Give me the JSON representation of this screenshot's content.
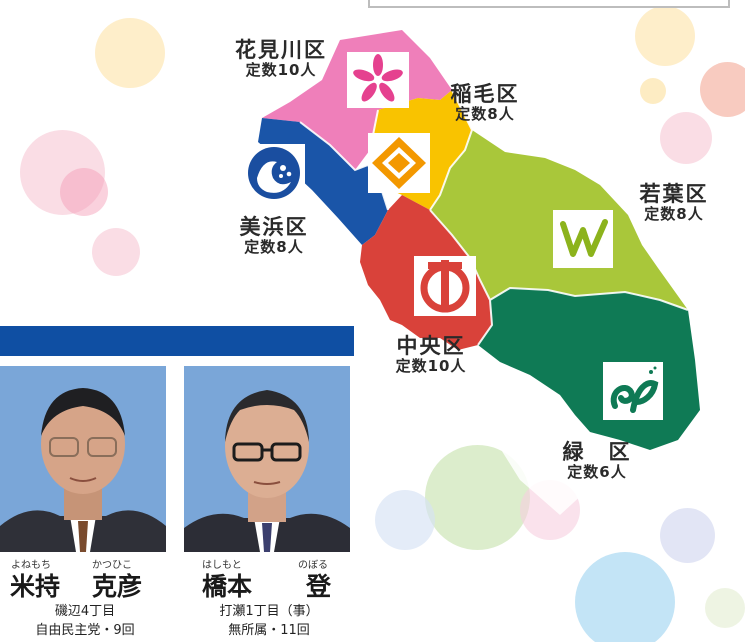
{
  "colors": {
    "hanamigawa": "#ef7fba",
    "inage": "#f9c300",
    "mihama": "#1a55a8",
    "wakaba": "#a9c73a",
    "chuo": "#d9423a",
    "midori": "#0f7a55",
    "section_bar": "#0f4fa3"
  },
  "wards": [
    {
      "name": "花見川区",
      "seats": "定数10人",
      "emblem": "flower-emblem-icon"
    },
    {
      "name": "稲毛区",
      "seats": "定数8人",
      "emblem": "diamond-emblem-icon"
    },
    {
      "name": "美浜区",
      "seats": "定数8人",
      "emblem": "wave-emblem-icon"
    },
    {
      "name": "若葉区",
      "seats": "定数8人",
      "emblem": "leaf-emblem-icon"
    },
    {
      "name": "中央区",
      "seats": "定数10人",
      "emblem": "circle-emblem-icon"
    },
    {
      "name": "緑　区",
      "seats": "定数6人",
      "emblem": "sprout-emblem-icon"
    }
  ],
  "members": [
    {
      "ruby_family": "よねもち",
      "ruby_given": "かつひこ",
      "family": "米持",
      "given": "克彦",
      "address": "磯辺4丁目",
      "affiliation": "自由民主党・9回"
    },
    {
      "ruby_family": "はしもと",
      "ruby_given": "のぼる",
      "family": "橋本",
      "given": "登",
      "address": "打瀬1丁目（事）",
      "affiliation": "無所属・11回"
    }
  ]
}
